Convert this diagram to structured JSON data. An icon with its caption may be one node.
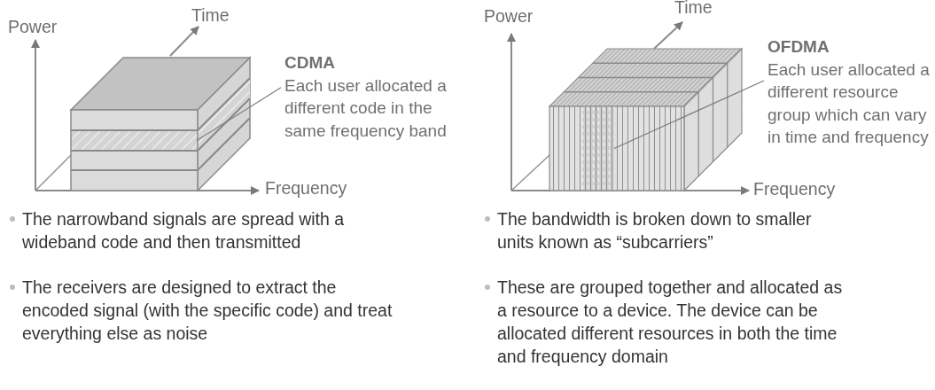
{
  "diagram": {
    "nodes": [
      {
        "text": [
          "CDMA",
          "Each user allocated a different code in the same frequency band"
        ]
      },
      {
        "text": [],
        "shape": "bar"
      },
      {
        "text": [
          "OFDMA",
          "Each user allocated a different resource group which can vary in time and frequency"
        ]
      },
      {
        "text": [],
        "shape": "bar"
      }
    ],
    "edges": [
      {
        "from": 0,
        "to": 1,
        "arrow": "none"
      },
      {
        "from": 2,
        "to": 3,
        "arrow": "none"
      }
    ],
    "labels": [
      "Power",
      "Time",
      "Frequency",
      "Power",
      "Time",
      "Frequency",
      "The narrowband signals are spread with a wideband code and then transmitted",
      "The receivers are designed to extract the encoded signal (with the specific code) and treat everything else as noise",
      "The bandwidth is broken down to smaller units known as “subcarriers”",
      "These are grouped together and allocated as a resource to a device. The device can be allocated different resources in both the time and frequency domain"
    ]
  }
}
